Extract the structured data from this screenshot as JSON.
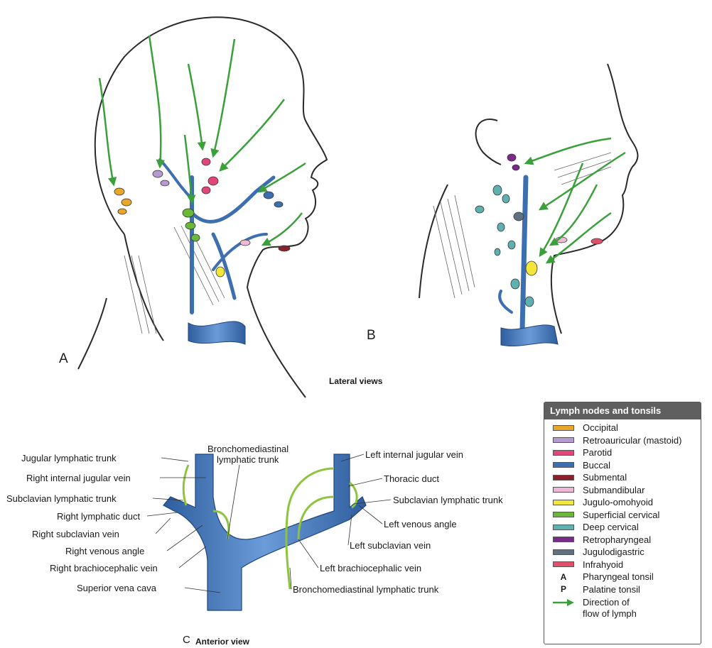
{
  "panels": {
    "a_letter": "A",
    "b_letter": "B",
    "c_letter": "C",
    "lateral_caption": "Lateral views",
    "anterior_caption": "Anterior view"
  },
  "colors": {
    "vein": "#3d6fb0",
    "vein_light": "#7aa6dc",
    "lymph_vessel": "#8cc43c",
    "flow_arrow": "#3aa03a",
    "skin_line": "#2a2a2a"
  },
  "labels_left": [
    "Jugular lymphatic trunk",
    "Right internal jugular vein",
    "Subclavian lymphatic trunk",
    "Right lymphatic duct",
    "Right subclavian vein",
    "Right venous angle",
    "Right brachiocephalic vein",
    "Superior vena cava"
  ],
  "labels_top": [
    "Bronchomediastinal",
    "lymphatic trunk"
  ],
  "labels_right": [
    "Left internal jugular vein",
    "Thoracic duct",
    "Subclavian lymphatic trunk",
    "Left venous angle",
    "Left subclavian vein",
    "Left brachiocephalic vein",
    "Bronchomediastinal lymphatic trunk"
  ],
  "legend": {
    "title": "Lymph nodes and tonsils",
    "items": [
      {
        "label": "Occipital",
        "color": "#e8a62a"
      },
      {
        "label": "Retroauricular (mastoid)",
        "color": "#b79ad0"
      },
      {
        "label": "Parotid",
        "color": "#e0467a"
      },
      {
        "label": "Buccal",
        "color": "#3d6fb0"
      },
      {
        "label": "Submental",
        "color": "#8a1f2e"
      },
      {
        "label": "Submandibular",
        "color": "#f0b8d8"
      },
      {
        "label": "Jugulo-omohyoid",
        "color": "#f2e63a"
      },
      {
        "label": "Superficial cervical",
        "color": "#6ab83a"
      },
      {
        "label": "Deep cervical",
        "color": "#5fb0b0"
      },
      {
        "label": "Retropharyngeal",
        "color": "#7a2a8a"
      },
      {
        "label": "Jugulodigastric",
        "color": "#5f7080"
      },
      {
        "label": "Infrahyoid",
        "color": "#e0506a"
      }
    ],
    "tonsils": [
      {
        "key": "A",
        "label": "Pharyngeal tonsil"
      },
      {
        "key": "P",
        "label": "Palatine tonsil"
      }
    ],
    "arrow_label_1": "Direction of",
    "arrow_label_2": "flow of lymph"
  }
}
